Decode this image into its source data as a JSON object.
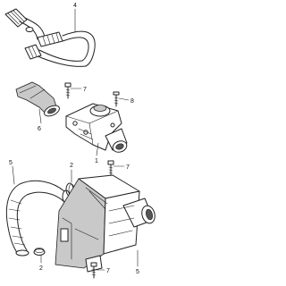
{
  "diagram": {
    "callouts": [
      {
        "id": "c4",
        "label": "4"
      },
      {
        "id": "c7a",
        "label": "7"
      },
      {
        "id": "c8",
        "label": "8"
      },
      {
        "id": "c6",
        "label": "6"
      },
      {
        "id": "c1",
        "label": "1"
      },
      {
        "id": "c5a",
        "label": "5"
      },
      {
        "id": "c2a",
        "label": "2"
      },
      {
        "id": "c7b",
        "label": "7"
      },
      {
        "id": "c2b",
        "label": "2"
      },
      {
        "id": "c7c",
        "label": "7"
      },
      {
        "id": "c5b",
        "label": "5"
      }
    ],
    "parts": [
      "upper-corrugated-hose",
      "air-intake-duct",
      "bolt",
      "screw",
      "valve-housing-assembly",
      "large-curved-intake-hose",
      "hose-clamp",
      "air-cleaner-box"
    ]
  }
}
